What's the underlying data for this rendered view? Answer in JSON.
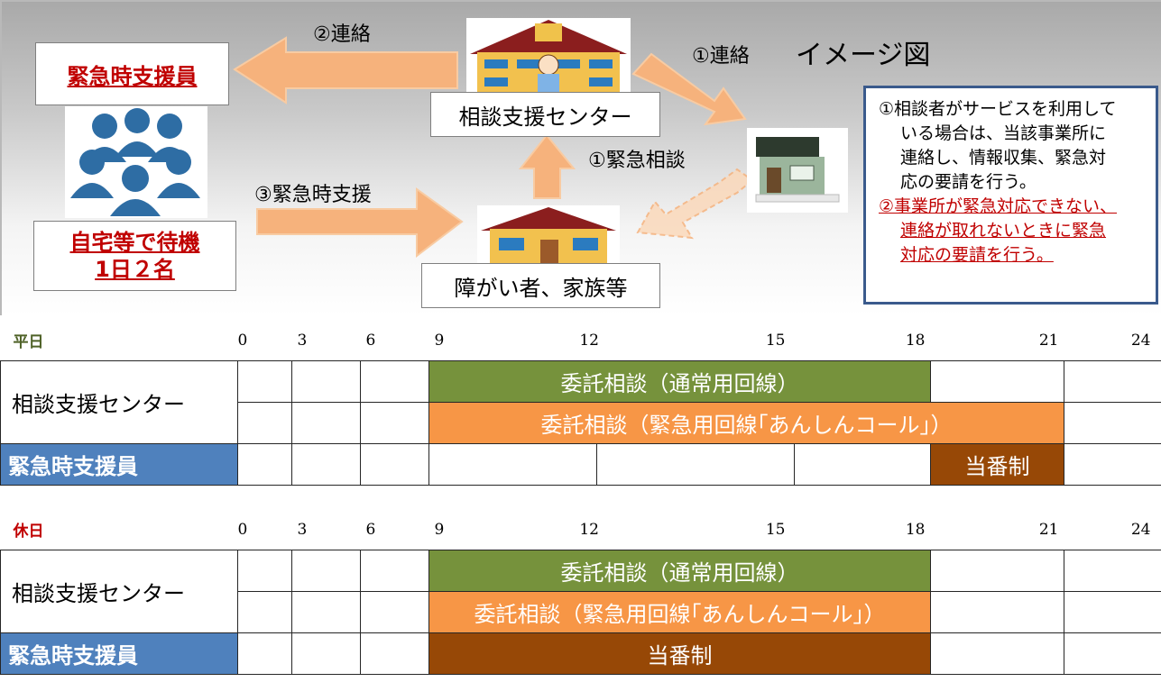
{
  "diagram": {
    "title": "イメージ図",
    "left_title": "緊急時支援員",
    "left_caption_1": "自宅等で待機",
    "left_caption_2": "1日２名",
    "center_label": "相談支援センター",
    "home_label": "障がい者、家族等",
    "arrow_contact_2": "②連絡",
    "arrow_contact_1": "①連絡",
    "arrow_emergency_consult": "①緊急相談",
    "arrow_emergency_support": "③緊急時支援",
    "note_line_1": "①相談者がサービスを利用して",
    "note_line_2": "いる場合は、当該事業所に",
    "note_line_3": "連絡し、情報収集、緊急対",
    "note_line_4": "応の要請を行う。",
    "note_line_5": "②事業所が緊急対応できない、",
    "note_line_6": "連絡が取れないときに緊急",
    "note_line_7": "対応の要請を行う。"
  },
  "hours": [
    "0",
    "3",
    "6",
    "9",
    "12",
    "15",
    "18",
    "21",
    "24"
  ],
  "weekday": {
    "title": "平日",
    "center_label": "相談支援センター",
    "normal_line": "委託相談（通常用回線）",
    "emergency_line": "委託相談（緊急用回線｢あんしんコール｣）",
    "staff_label": "緊急時支援員",
    "duty": "当番制"
  },
  "holiday": {
    "title": "休日",
    "center_label": "相談支援センター",
    "normal_line": "委託相談（通常用回線）",
    "emergency_line": "委託相談（緊急用回線｢あんしんコール｣）",
    "staff_label": "緊急時支援員",
    "duty": "当番制"
  },
  "colors": {
    "title_red": "#c00000",
    "green": "#76923c",
    "orange": "#f79646",
    "brown": "#974806",
    "blue": "#4f81bd",
    "arrow": "#f6b27c"
  }
}
